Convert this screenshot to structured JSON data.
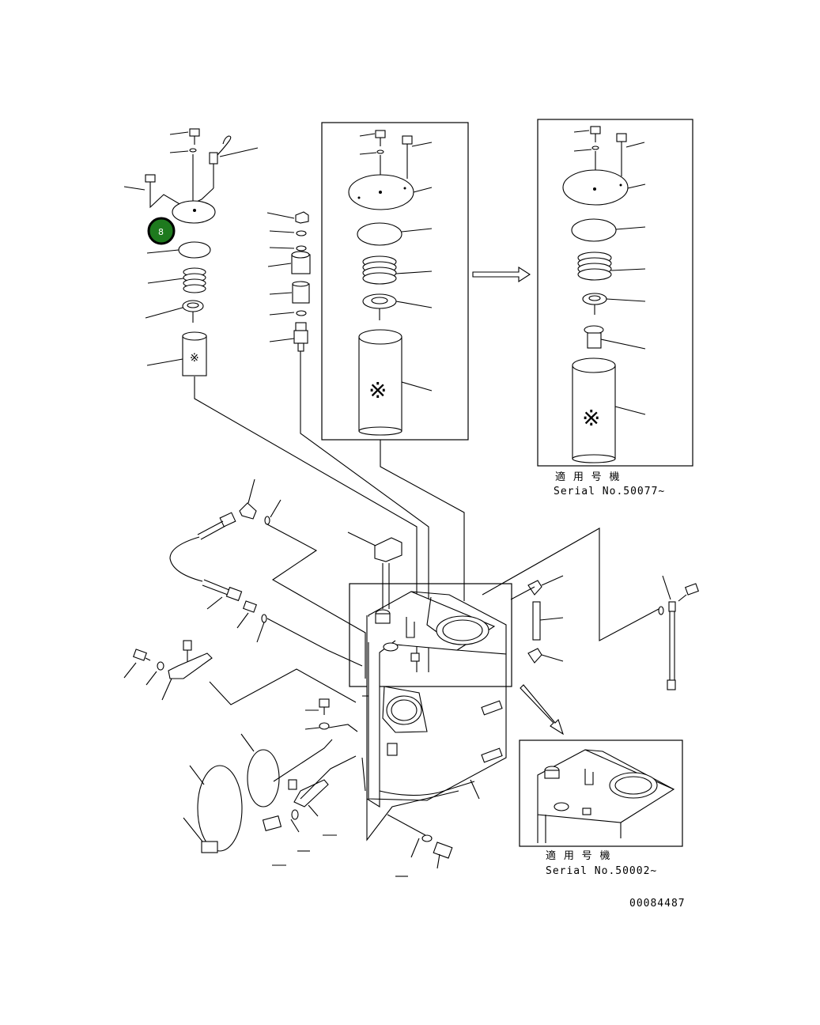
{
  "diagram": {
    "inset_upper": {
      "applicable_label": "適 用 号 機",
      "serial_label": "Serial No.50077~"
    },
    "inset_lower": {
      "applicable_label": "適 用 号 機",
      "serial_label": "Serial No.50002~"
    },
    "callout_badge": {
      "number": "8",
      "color": "#1e7a1e"
    },
    "drawing_number": "00084487"
  }
}
